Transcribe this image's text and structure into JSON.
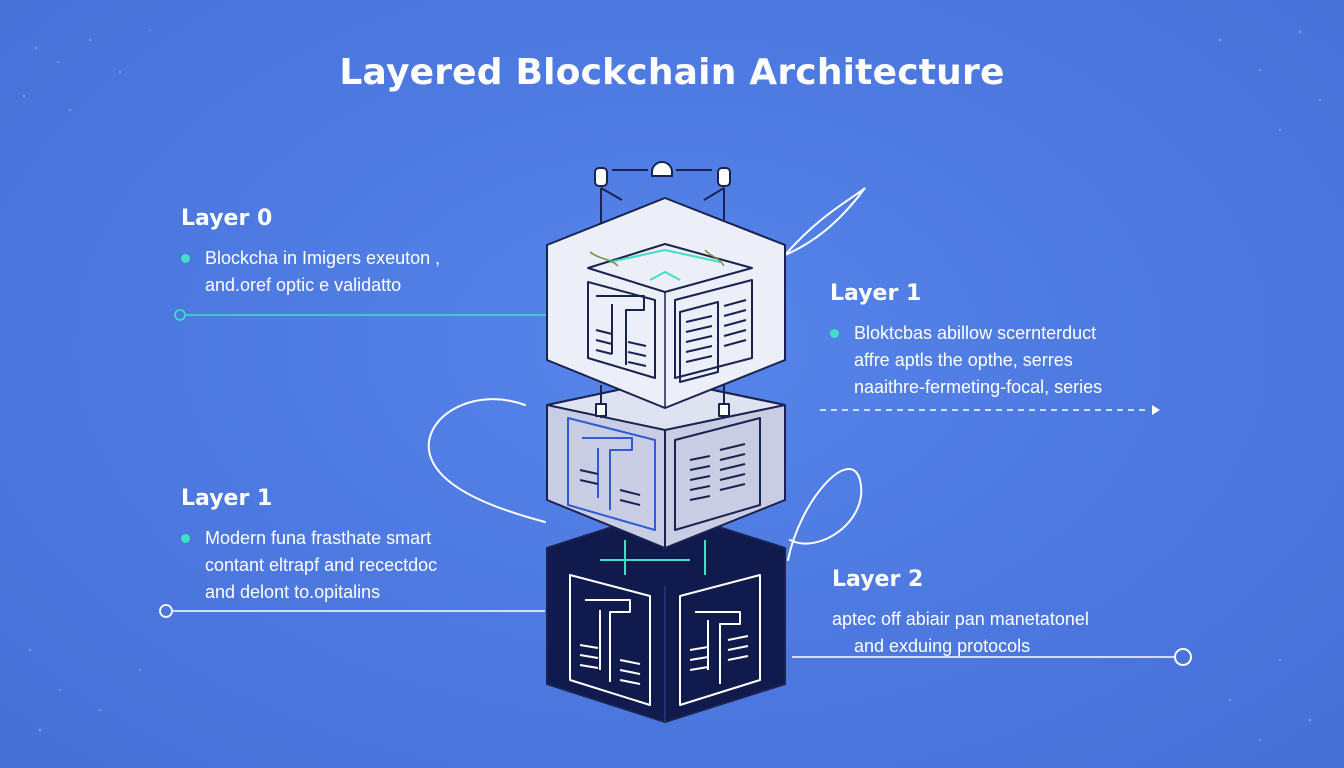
{
  "title": "Layered Blockchain Architecture",
  "layers": [
    {
      "title": "Layer 0",
      "desc_lines": [
        "Blockcha in Imigers exeuton ,",
        "and.oref optic e validatto"
      ]
    },
    {
      "title": "Layer 1",
      "desc_lines": [
        "Bloktcbas abillow scernterduct",
        "affre aptls the opthe, serres",
        "naaithre-fermeting-focal, series"
      ]
    },
    {
      "title": "Layer 1",
      "desc_lines": [
        "Modern funa frasthate smart",
        "contant eltrapf and recectdoc",
        "and delont to.opitalins"
      ]
    },
    {
      "title": "Layer 2",
      "desc_lines": [
        "aptec off abiair pan manetatonel",
        "and exduing protocols"
      ]
    }
  ],
  "colors": {
    "background": "#4f7be2",
    "accent": "#3fe0c5",
    "cube_top": "#eceef8",
    "cube_middle": "#c9cde3",
    "cube_bottom": "#0f1a4a",
    "outline": "#1a2350"
  }
}
